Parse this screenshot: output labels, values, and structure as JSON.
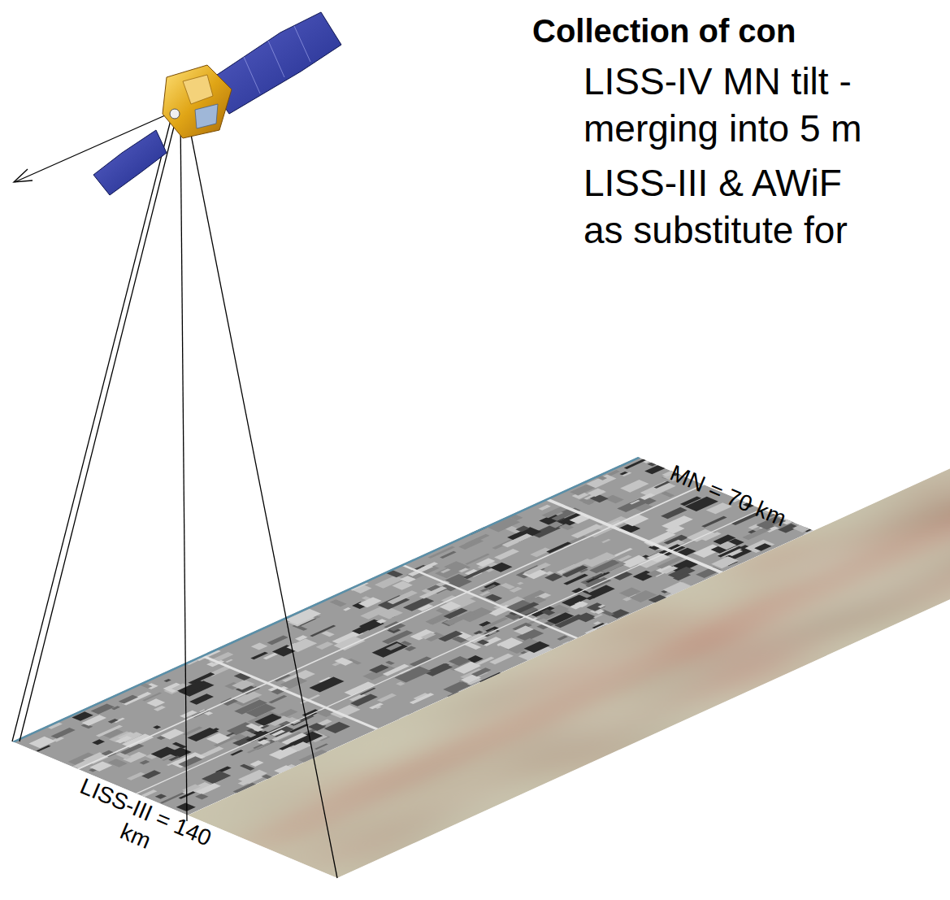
{
  "diagram": {
    "title": "Collection of con",
    "labels": [
      "LISS-IV MN tilt - merging into 5 m",
      "LISS-III & AWiF as substitute for",
      "MN = 70 km",
      "LISS-III = 140 km"
    ]
  }
}
